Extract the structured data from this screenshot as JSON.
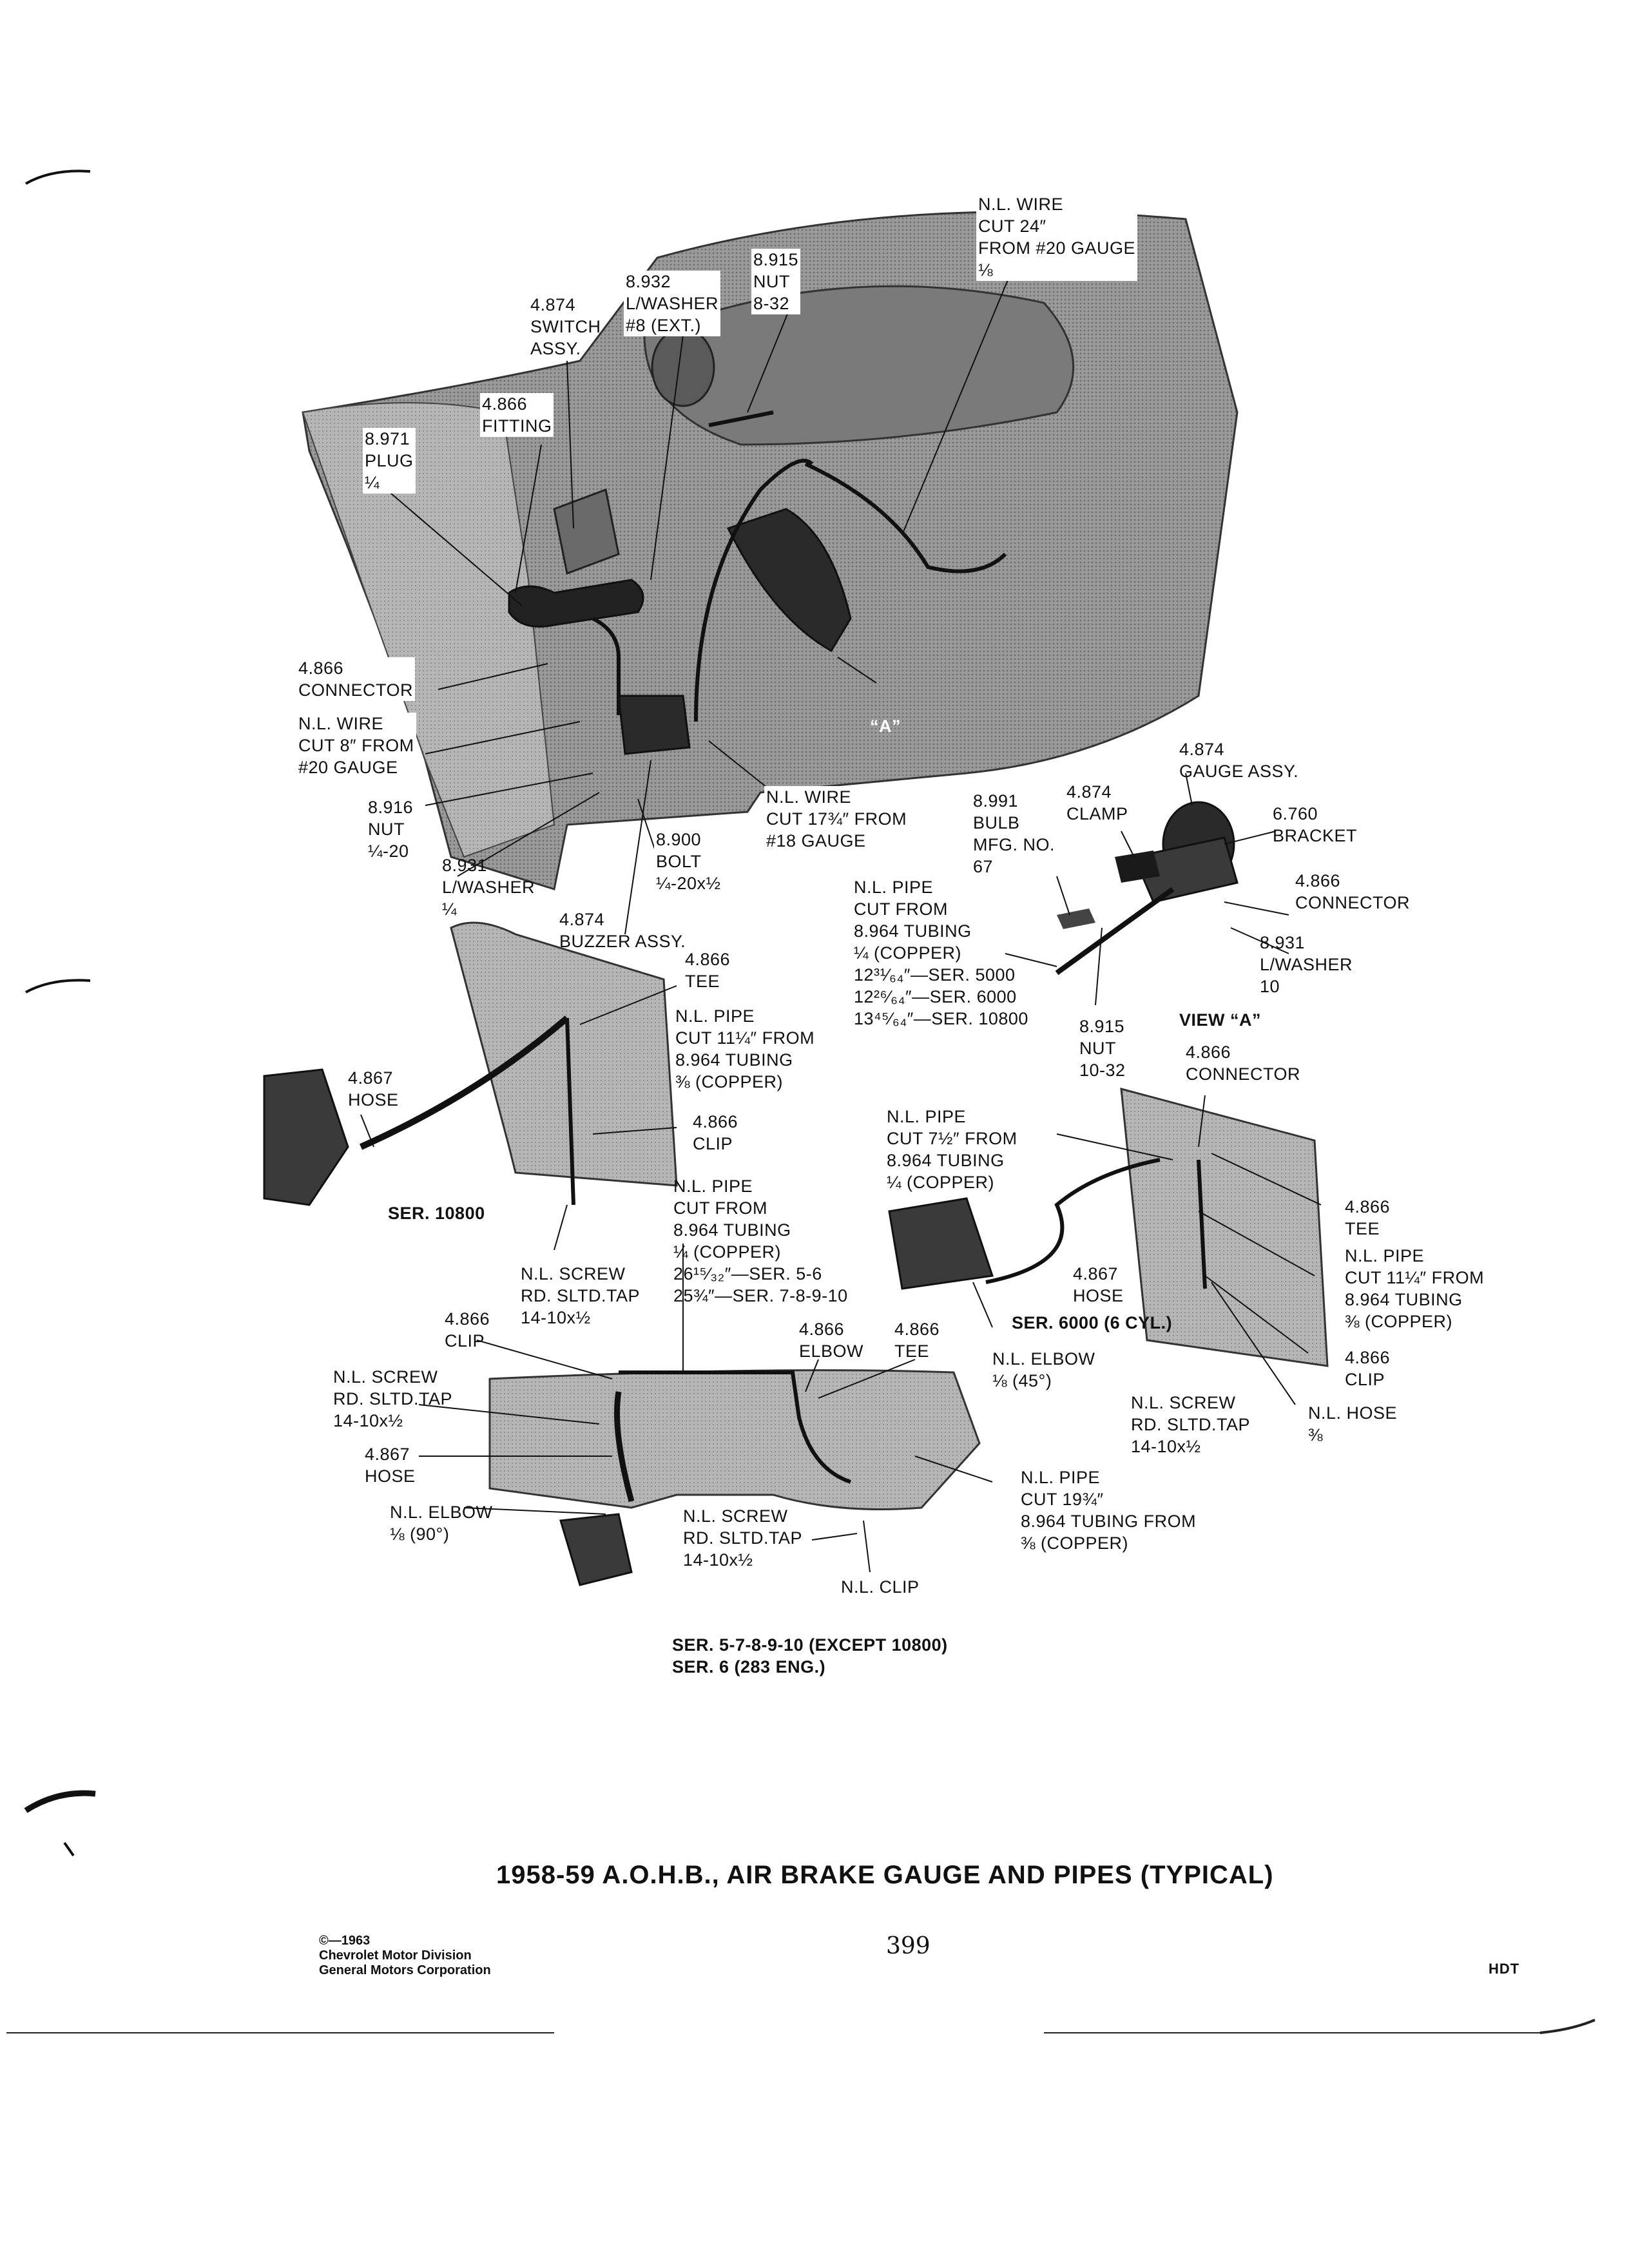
{
  "labels": {
    "nl_wire_24": "N.L. WIRE\nCUT 24″\nFROM #20 GAUGE\n⅛",
    "nut_8915_832": "8.915\nNUT\n8-32",
    "lwasher_8932": "8.932\nL/WASHER\n#8 (EXT.)",
    "switch_4874": "4.874\nSWITCH\nASSY.",
    "fitting_4866": "4.866\nFITTING",
    "plug_8971": "8.971\nPLUG\n¼",
    "connector_4866_left": "4.866\nCONNECTOR",
    "nl_wire_8": "N.L. WIRE\nCUT 8″ FROM\n#20 GAUGE",
    "view_a_marker": "“A”",
    "nut_8916": "8.916\nNUT\n¼-20",
    "lwasher_8931_left": "8.931\nL/WASHER\n¼",
    "bolt_8900": "8.900\nBOLT\n¼-20x½",
    "nl_wire_1734": "N.L. WIRE\nCUT 17¾″ FROM\n#18 GAUGE",
    "buzzer_4874": "4.874\nBUZZER ASSY.",
    "gauge_4874": "4.874\nGAUGE ASSY.",
    "clamp_4874": "4.874\nCLAMP",
    "bulb_8991": "8.991\nBULB\nMFG. NO.\n67",
    "bracket_6760": "6.760\nBRACKET",
    "connector_4866_view": "4.866\nCONNECTOR",
    "nl_pipe_view": "N.L. PIPE\nCUT FROM\n8.964 TUBING\n¼ (COPPER)\n12³¹⁄₆₄″—SER. 5000\n12²⁶⁄₆₄″—SER. 6000\n13⁴⁵⁄₆₄″—SER. 10800",
    "lwasher_8931_view": "8.931\nL/WASHER\n10",
    "nut_8915_1032": "8.915\nNUT\n10-32",
    "view_a_title": "VIEW “A”",
    "tee_4866_10800": "4.866\nTEE",
    "hose_4867_10800": "4.867\nHOSE",
    "nl_pipe_1114_10800": "N.L. PIPE\nCUT 11¼″ FROM\n8.964 TUBING\n⅜ (COPPER)",
    "clip_4866_10800": "4.866\nCLIP",
    "ser_10800": "SER. 10800",
    "nl_pipe_cut_from": "N.L. PIPE\nCUT FROM\n8.964 TUBING\n¼ (COPPER)\n26¹⁵⁄₃₂″—SER. 5-6\n25¾″—SER. 7-8-9-10",
    "nl_screw_10800": "N.L. SCREW\nRD. SLTD.TAP\n14-10x½",
    "connector_4866_6000": "4.866\nCONNECTOR",
    "nl_pipe_712": "N.L. PIPE\nCUT 7½″ FROM\n8.964 TUBING\n¼ (COPPER)",
    "tee_4866_6000": "4.866\nTEE",
    "hose_4867_6000": "4.867\nHOSE",
    "nl_pipe_1114_6000": "N.L. PIPE\nCUT 11¼″ FROM\n8.964 TUBING\n⅜ (COPPER)",
    "ser_6000": "SER. 6000 (6 CYL.)",
    "nl_elbow_45": "N.L. ELBOW\n⅛ (45°)",
    "clip_4866_6000": "4.866\nCLIP",
    "nl_screw_6000": "N.L. SCREW\nRD. SLTD.TAP\n14-10x½",
    "nl_hose_6000": "N.L. HOSE\n⅜",
    "clip_4866_lower": "4.866\nCLIP",
    "elbow_4866": "4.866\nELBOW",
    "tee_4866_lower": "4.866\nTEE",
    "nl_screw_lower_left": "N.L. SCREW\nRD. SLTD.TAP\n14-10x½",
    "hose_4867_lower": "4.867\nHOSE",
    "nl_elbow_90": "N.L. ELBOW\n⅛ (90°)",
    "nl_screw_lower_mid": "N.L. SCREW\nRD. SLTD.TAP\n14-10x½",
    "nl_clip_lower": "N.L. CLIP",
    "nl_pipe_1934": "N.L. PIPE\nCUT 19¾″\n8.964 TUBING FROM\n⅜ (COPPER)",
    "ser_lower": "SER. 5-7-8-9-10 (EXCEPT 10800)\nSER. 6 (283 ENG.)"
  },
  "caption": "1958-59 A.O.H.B., AIR BRAKE GAUGE AND PIPES (TYPICAL)",
  "footer": {
    "copyright": "©—1963",
    "division": "Chevrolet Motor Division",
    "corporation": "General Motors Corporation",
    "page_number": "399",
    "doc_code": "HDT"
  },
  "colors": {
    "paper": "#ffffff",
    "ink": "#111111",
    "panel_light": "#a8a8a8",
    "panel_mid": "#8a8a8a",
    "panel_dark": "#5a5a5a"
  }
}
